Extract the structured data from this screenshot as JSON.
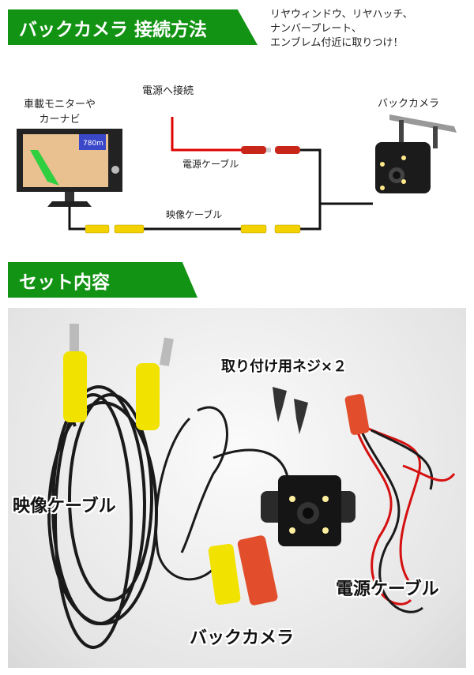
{
  "header": {
    "title": "バックカメラ 接続方法",
    "note_lines": [
      "リヤウィンドウ、リヤハッチ、",
      "ナンバープレート、",
      "エンブレム付近に取りつけ！"
    ]
  },
  "diagram": {
    "monitor_label_lines": [
      "車載モニターや",
      "カーナビ"
    ],
    "power_connect_label": "電源へ接続",
    "camera_label": "バックカメラ",
    "power_cable_label": "電源ケーブル",
    "video_cable_label": "映像ケーブル",
    "monitor_distance": "780m"
  },
  "contents": {
    "title": "セット内容",
    "screws_label": "取り付け用ネジ×２",
    "video_cable_label": "映像ケーブル",
    "camera_label": "バックカメラ",
    "power_cable_label": "電源ケーブル"
  },
  "colors": {
    "banner": "#139314",
    "power_wire": "#e00000",
    "rca_yellow": "#f2d200",
    "rca_red": "#d83a1e"
  }
}
